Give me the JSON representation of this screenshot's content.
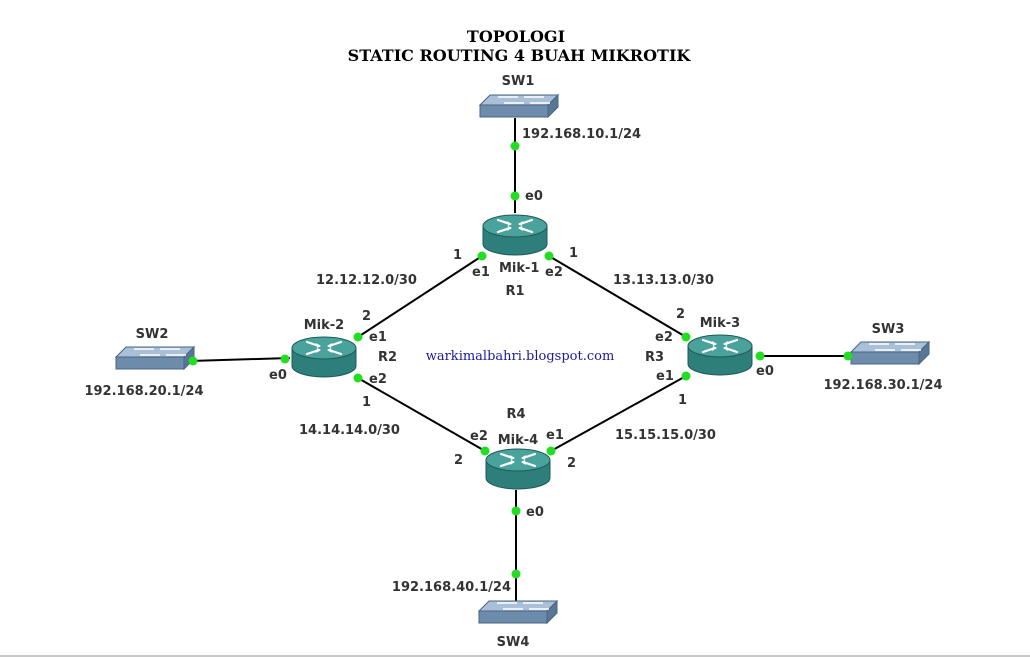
{
  "title": {
    "line1": "TOPOLOGI",
    "line2": "STATIC ROUTING 4 BUAH MIKROTIK"
  },
  "watermark": "warkimalbahri.blogspot.com",
  "colors": {
    "router_body": "#2e7f7c",
    "router_top": "#4aa29d",
    "switch_body": "#6d8cab",
    "port_dot": "#22dd22",
    "watermark": "#1a1a9c"
  },
  "switches": {
    "sw1": {
      "name": "SW1",
      "network": "192.168.10.1/24"
    },
    "sw2": {
      "name": "SW2",
      "network": "192.168.20.1/24"
    },
    "sw3": {
      "name": "SW3",
      "network": "192.168.30.1/24"
    },
    "sw4": {
      "name": "SW4",
      "network": "192.168.40.1/24"
    }
  },
  "routers": {
    "mik1": {
      "name": "Mik-1",
      "id": "R1",
      "ports": {
        "e0": "e0",
        "e1": "e1",
        "e2": "e2"
      }
    },
    "mik2": {
      "name": "Mik-2",
      "id": "R2",
      "ports": {
        "e0": "e0",
        "e1": "e1",
        "e2": "e2"
      }
    },
    "mik3": {
      "name": "Mik-3",
      "id": "R3",
      "ports": {
        "e0": "e0",
        "e1": "e1",
        "e2": "e2"
      }
    },
    "mik4": {
      "name": "Mik-4",
      "id": "R4",
      "ports": {
        "e0": "e0",
        "e1": "e1",
        "e2": "e2"
      }
    }
  },
  "links": {
    "r1_r2": {
      "network": "12.12.12.0/30",
      "r1_host": "1",
      "r2_host": "2"
    },
    "r1_r3": {
      "network": "13.13.13.0/30",
      "r1_host": "1",
      "r3_host": "2"
    },
    "r2_r4": {
      "network": "14.14.14.0/30",
      "r2_host": "1",
      "r4_host": "2"
    },
    "r3_r4": {
      "network": "15.15.15.0/30",
      "r3_host": "1",
      "r4_host": "2"
    }
  }
}
